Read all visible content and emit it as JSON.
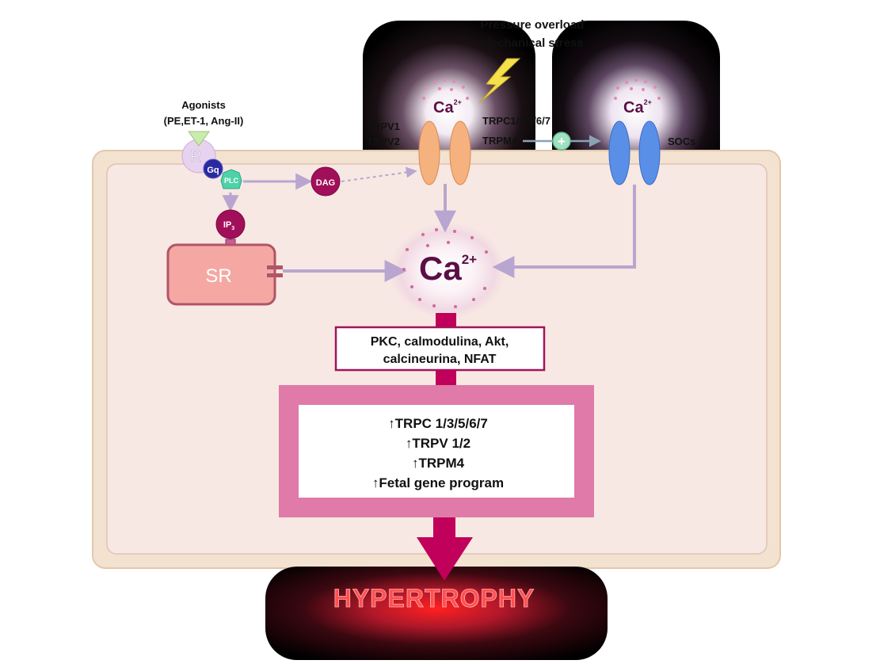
{
  "stimulus": {
    "line1": "Pressure overload",
    "line2": "Mechanical stress"
  },
  "agonists": {
    "title": "Agonists",
    "list": "(PE,ET-1, Ang-II)"
  },
  "receptor": {
    "r": "R",
    "gq": "Gq",
    "plc": "PLC",
    "dag": "DAG",
    "ip3": "IP",
    "ip3_sub": "3"
  },
  "sr": {
    "label": "SR"
  },
  "channels": {
    "trpv1": "TRPV1",
    "trpv2": "TRPV2",
    "trpc": "TRPC1/3/5/6/7",
    "trpm4": "TRPM4",
    "socs": "SOCs"
  },
  "calcium": {
    "ca": "Ca",
    "charge": "2+"
  },
  "kinases": {
    "line1": "PKC, calmodulina, Akt,",
    "line2": "calcineurina, NFAT"
  },
  "upregulated": [
    "↑TRPC 1/3/5/6/7",
    "↑TRPV 1/2",
    "↑TRPM4",
    "↑Fetal gene program"
  ],
  "outcome": {
    "label": "HYPERTROPHY"
  },
  "colors": {
    "cell_fill": "#f8e8e3",
    "membrane": "#f3e2d0",
    "pink_box": "#e07aa8",
    "magenta": "#b0004f",
    "trpv_channel": "#f6b27e",
    "soc_channel": "#5a8fe8",
    "arrow": "#b8a6d0",
    "hypertrophy": "#ff3a3a"
  }
}
